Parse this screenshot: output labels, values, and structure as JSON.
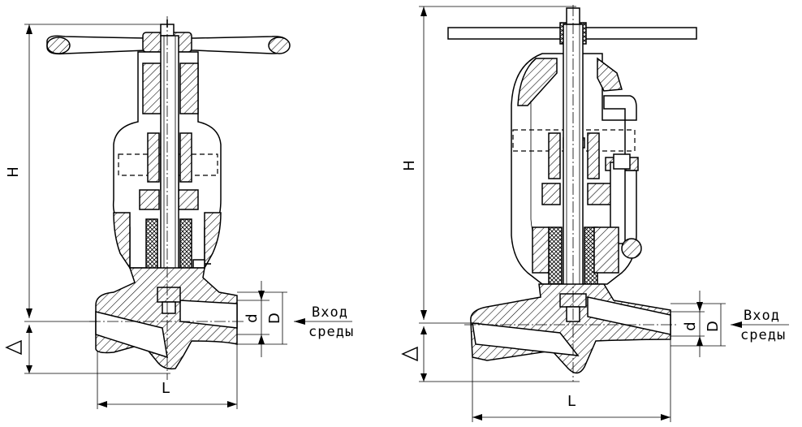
{
  "left_valve": {
    "dimension_height": "H",
    "dimension_length": "L",
    "dimension_port_d": "d",
    "dimension_port_D": "D",
    "flow_label_line1": "Вход",
    "flow_label_line2": "среды"
  },
  "right_valve": {
    "dimension_height": "H",
    "dimension_length": "L",
    "dimension_port_d": "d",
    "dimension_port_D": "D",
    "flow_label_line1": "Вход",
    "flow_label_line2": "среды"
  },
  "colors": {
    "line": "#000000",
    "background": "#ffffff"
  }
}
